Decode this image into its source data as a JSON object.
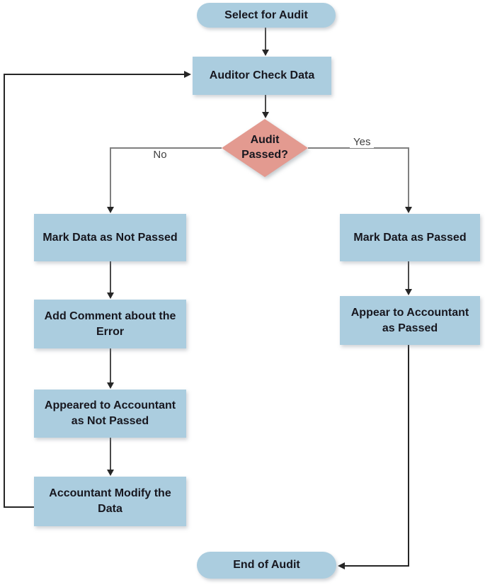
{
  "diagram": {
    "type": "flowchart",
    "nodes": {
      "start": {
        "label": "Select for Audit",
        "shape": "terminator"
      },
      "auditor_check": {
        "label": "Auditor Check Data",
        "shape": "process"
      },
      "audit_passed": {
        "label": "Audit Passed?",
        "shape": "decision"
      },
      "mark_not_passed": {
        "label": "Mark Data as Not Passed",
        "shape": "process"
      },
      "add_comment": {
        "label": "Add Comment about the Error",
        "shape": "process"
      },
      "appeared_not_passed": {
        "label": "Appeared to Accountant as Not Passed",
        "shape": "process"
      },
      "accountant_modify": {
        "label": "Accountant Modify the Data",
        "shape": "process"
      },
      "mark_passed": {
        "label": "Mark Data as Passed",
        "shape": "process"
      },
      "appear_passed": {
        "label": "Appear to Accountant as Passed",
        "shape": "process"
      }
    },
    "end_node": {
      "label": "End of Audit",
      "shape": "terminator"
    },
    "edge_labels": {
      "no": "No",
      "yes": "Yes"
    }
  },
  "colors": {
    "background": "#ffffff",
    "node_fill": "#abcddf",
    "decision_fill": "#e39a90",
    "node_text": "#17171f",
    "label_text": "#3f3f3f",
    "line_gray": "#7f7f7f",
    "line_mid": "#4a4a4a",
    "line_dark": "#262626"
  }
}
